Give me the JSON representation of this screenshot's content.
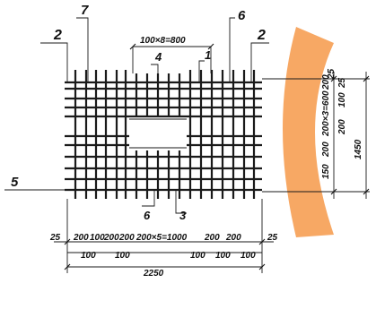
{
  "callouts": {
    "top_left_2": "2",
    "top_7": "7",
    "top_4": "4",
    "top_1": "1",
    "top_6": "6",
    "top_right_2": "2",
    "left_5": "5",
    "bottom_6": "6",
    "bottom_3": "3"
  },
  "opening_dimension": "100×8=800",
  "bottom_dims_row1": [
    "25",
    "200",
    "100",
    "200",
    "200",
    "200×5=1000",
    "200",
    "200",
    "25"
  ],
  "bottom_dims_row2": [
    "100",
    "100",
    "100",
    "100",
    "100"
  ],
  "bottom_overall": "2250",
  "right_dims": [
    "25",
    "200",
    "200×3=600",
    "200",
    "150",
    "100",
    "200",
    "25"
  ],
  "right_overall": "1450",
  "colors": {
    "ink": "#1a1a1a",
    "highlight": "#f7a35c"
  }
}
